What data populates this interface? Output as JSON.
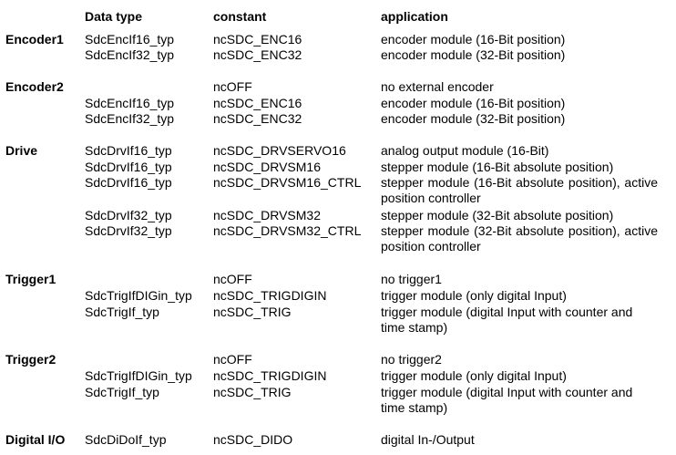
{
  "header": {
    "data_type": "Data type",
    "constant": "constant",
    "application": "application"
  },
  "sections": [
    {
      "name": "Encoder1",
      "rows": [
        {
          "type": "SdcEncIf16_typ",
          "constant": "ncSDC_ENC16",
          "application": "encoder module (16-Bit position)"
        },
        {
          "type": "SdcEncIf32_typ",
          "constant": "ncSDC_ENC32",
          "application": "encoder module (32-Bit position)"
        }
      ]
    },
    {
      "name": "Encoder2",
      "rows": [
        {
          "type": "",
          "constant": "ncOFF",
          "application": "no external encoder"
        },
        {
          "type": "SdcEncIf16_typ",
          "constant": "ncSDC_ENC16",
          "application": "encoder module (16-Bit position)"
        },
        {
          "type": "SdcEncIf32_typ",
          "constant": "ncSDC_ENC32",
          "application": "encoder module (32-Bit position)"
        }
      ]
    },
    {
      "name": "Drive",
      "rows": [
        {
          "type": "SdcDrvIf16_typ",
          "constant": "ncSDC_DRVSERVO16",
          "application": "analog output module (16-Bit)"
        },
        {
          "type": "SdcDrvIf16_typ",
          "constant": "ncSDC_DRVSM16",
          "application": "stepper module (16-Bit absolute position)"
        },
        {
          "type": "SdcDrvIf16_typ",
          "constant": "ncSDC_DRVSM16_CTRL",
          "application": "stepper module (16-Bit absolute position), active position controller"
        },
        {
          "type": "SdcDrvIf32_typ",
          "constant": "ncSDC_DRVSM32",
          "application": "stepper module (32-Bit absolute position)"
        },
        {
          "type": "SdcDrvIf32_typ",
          "constant": "ncSDC_DRVSM32_CTRL",
          "application": "stepper module (32-Bit absolute position), active position controller"
        }
      ]
    },
    {
      "name": "Trigger1",
      "rows": [
        {
          "type": "",
          "constant": "ncOFF",
          "application": "no trigger1"
        },
        {
          "type": "SdcTrigIfDIGin_typ",
          "constant": "ncSDC_TRIGDIGIN",
          "application": "trigger module (only digital Input)"
        },
        {
          "type": "SdcTrigIf_typ",
          "constant": "ncSDC_TRIG",
          "application": "trigger module (digital Input with counter and time stamp)"
        }
      ]
    },
    {
      "name": "Trigger2",
      "rows": [
        {
          "type": "",
          "constant": "ncOFF",
          "application": "no trigger2"
        },
        {
          "type": "SdcTrigIfDIGin_typ",
          "constant": "ncSDC_TRIGDIGIN",
          "application": "trigger module (only digital Input)"
        },
        {
          "type": "SdcTrigIf_typ",
          "constant": "ncSDC_TRIG",
          "application": "trigger module (digital Input with counter and time stamp)"
        }
      ]
    },
    {
      "name": "Digital I/O",
      "rows": [
        {
          "type": "SdcDiDoIf_typ",
          "constant": "ncSDC_DIDO",
          "application": "digital In-/Output"
        }
      ]
    }
  ]
}
